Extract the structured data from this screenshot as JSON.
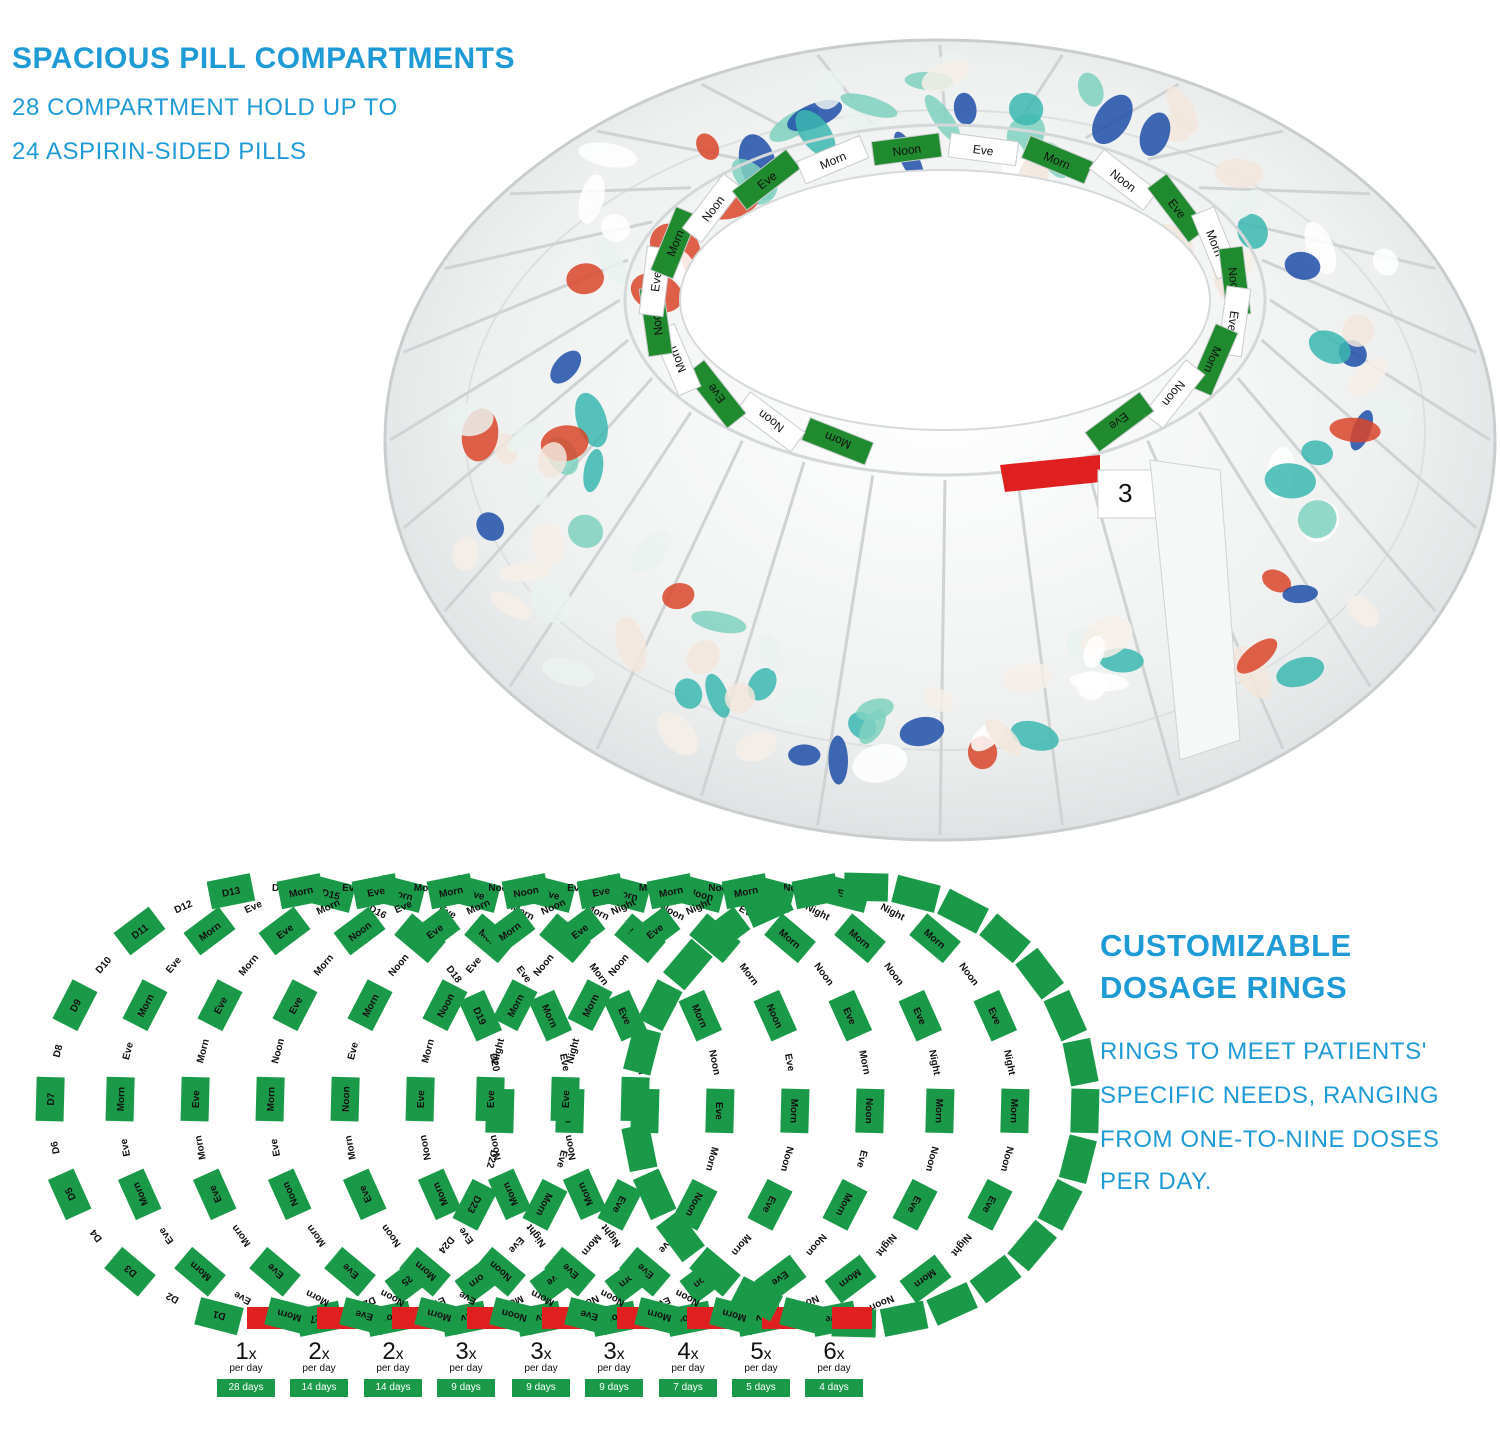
{
  "top_section": {
    "heading": "SPACIOUS PILL COMPARTMENTS",
    "line1": "28 COMPARTMENT HOLD UP TO",
    "line2": "24 ASPIRIN-SIDED PILLS"
  },
  "organizer": {
    "inner_labels": [
      "Morn",
      "Noon",
      "Eve",
      "Morn",
      "Noon",
      "Eve",
      "Morn",
      "Noon",
      "Eve",
      "Morn",
      "Noon",
      "Eve",
      "Morn",
      "Noon",
      "Eve",
      "Morn",
      "Noon",
      "Eve",
      "Morn",
      "Noon",
      "Eve"
    ],
    "day_tab": "3"
  },
  "right_section": {
    "heading_line1": "CUSTOMIZABLE",
    "heading_line2": "DOSAGE RINGS",
    "body_lines": [
      "RINGS TO MEET  PATIENTS'",
      "SPECIFIC NEEDS, RANGING",
      "FROM ONE-TO-NINE DOSES",
      "PER DAY."
    ]
  },
  "rings": [
    {
      "labels": [
        "D1",
        "D2",
        "D3",
        "D4",
        "D5",
        "D6",
        "D7",
        "D8",
        "D9",
        "D10",
        "D11",
        "D12",
        "D13",
        "D14",
        "D15",
        "D16",
        "D17",
        "D18",
        "D19",
        "D20",
        "D21",
        "D22",
        "D23",
        "D24",
        "D25",
        "D26",
        "D27",
        "D28"
      ]
    },
    {
      "labels": [
        "Morn",
        "Eve",
        "Morn",
        "Eve",
        "Morn",
        "Eve",
        "Morn",
        "Eve",
        "Morn",
        "Eve",
        "Morn",
        "Eve",
        "Morn",
        "Eve",
        "Morn",
        "Eve",
        "Morn",
        "Eve",
        "Morn",
        "Eve",
        "Morn",
        "Eve",
        "Morn",
        "Eve",
        "Morn",
        "Eve",
        "Morn",
        "Eve"
      ]
    },
    {
      "labels": [
        "Eve",
        "Morn",
        "Eve",
        "Morn",
        "Eve",
        "Morn",
        "Eve",
        "Morn",
        "Eve",
        "Morn",
        "Eve",
        "Morn",
        "Eve",
        "Morn",
        "Eve",
        "Morn",
        "Eve",
        "Morn",
        "Eve",
        "Morn",
        "Eve",
        "Morn",
        "Eve",
        "Morn",
        "Eve",
        "Morn",
        "Eve",
        "Morn"
      ]
    },
    {
      "labels": [
        "Morn",
        "Noon",
        "Eve",
        "Morn",
        "Noon",
        "Eve",
        "Morn",
        "Noon",
        "Eve",
        "Morn",
        "Noon",
        "Eve",
        "Morn",
        "Noon",
        "Eve",
        "Morn",
        "Noon",
        "Eve",
        "Morn",
        "Noon",
        "Eve",
        "Morn",
        "Noon",
        "Eve",
        "Morn",
        "Noon",
        "Eve",
        "Morn"
      ]
    },
    {
      "labels": [
        "Noon",
        "Eve",
        "Morn",
        "Noon",
        "Eve",
        "Morn",
        "Noon",
        "Eve",
        "Morn",
        "Noon",
        "Eve",
        "Morn",
        "Noon",
        "Eve",
        "Morn",
        "Noon",
        "Eve",
        "Morn",
        "Noon",
        "Eve",
        "Morn",
        "Noon",
        "Eve",
        "Morn",
        "Noon",
        "Eve",
        "Morn",
        "Noon"
      ]
    },
    {
      "labels": [
        "Eve",
        "Morn",
        "Noon",
        "Eve",
        "Morn",
        "Noon",
        "Eve",
        "Morn",
        "Noon",
        "Eve",
        "Morn",
        "Noon",
        "Eve",
        "Morn",
        "Noon",
        "Eve",
        "Morn",
        "Noon",
        "Eve",
        "Morn",
        "Noon",
        "Eve",
        "Morn",
        "Noon",
        "Eve",
        "Morn",
        "Noon",
        "Eve"
      ]
    },
    {
      "labels": [
        "Morn",
        "Noon",
        "Eve",
        "Night",
        "Morn",
        "Noon",
        "Eve",
        "Night",
        "Morn",
        "Noon",
        "Eve",
        "Night",
        "Morn",
        "Noon",
        "Eve",
        "Night",
        "Morn",
        "Noon",
        "Eve",
        "Night",
        "Morn",
        "Noon",
        "Eve",
        "Night",
        "Morn",
        "Noon",
        "Eve",
        "Night"
      ]
    },
    {
      "labels": [
        "Morn",
        "Noon",
        "Eve",
        "Night",
        "Morn",
        "Noon",
        "Eve",
        "Night",
        "Morn",
        "Noon",
        "Eve",
        "Night",
        "Morn",
        "Noon",
        "Eve",
        "Night",
        "Morn",
        "Noon",
        "Eve",
        "Night",
        "Morn",
        "Noon",
        "Eve",
        "Night",
        "Morn",
        "Noon",
        "Eve",
        "Night"
      ]
    },
    {
      "labels": [
        "",
        "",
        "",
        "",
        "",
        "",
        "",
        "",
        "",
        "",
        "",
        "",
        "",
        "",
        "",
        "",
        "",
        "",
        "",
        "",
        "",
        "",
        "",
        "",
        "",
        "",
        "",
        ""
      ]
    }
  ],
  "legend": [
    {
      "count": "1",
      "suffix": "x",
      "per": "per day",
      "days": "28 days"
    },
    {
      "count": "2",
      "suffix": "x",
      "per": "per day",
      "days": "14 days"
    },
    {
      "count": "2",
      "suffix": "x",
      "per": "per day",
      "days": "14 days"
    },
    {
      "count": "3",
      "suffix": "x",
      "per": "per day",
      "days": "9 days"
    },
    {
      "count": "3",
      "suffix": "x",
      "per": "per day",
      "days": "9 days"
    },
    {
      "count": "3",
      "suffix": "x",
      "per": "per day",
      "days": "9 days"
    },
    {
      "count": "4",
      "suffix": "x",
      "per": "per day",
      "days": "7 days"
    },
    {
      "count": "5",
      "suffix": "x",
      "per": "per day",
      "days": "5 days"
    },
    {
      "count": "6",
      "suffix": "x",
      "per": "per day",
      "days": "4 days"
    }
  ],
  "colors": {
    "accent": "#1e9ad6",
    "ring_green": "#1a9a49",
    "ring_red": "#e02020",
    "organizer_green": "#1f8a2e"
  }
}
